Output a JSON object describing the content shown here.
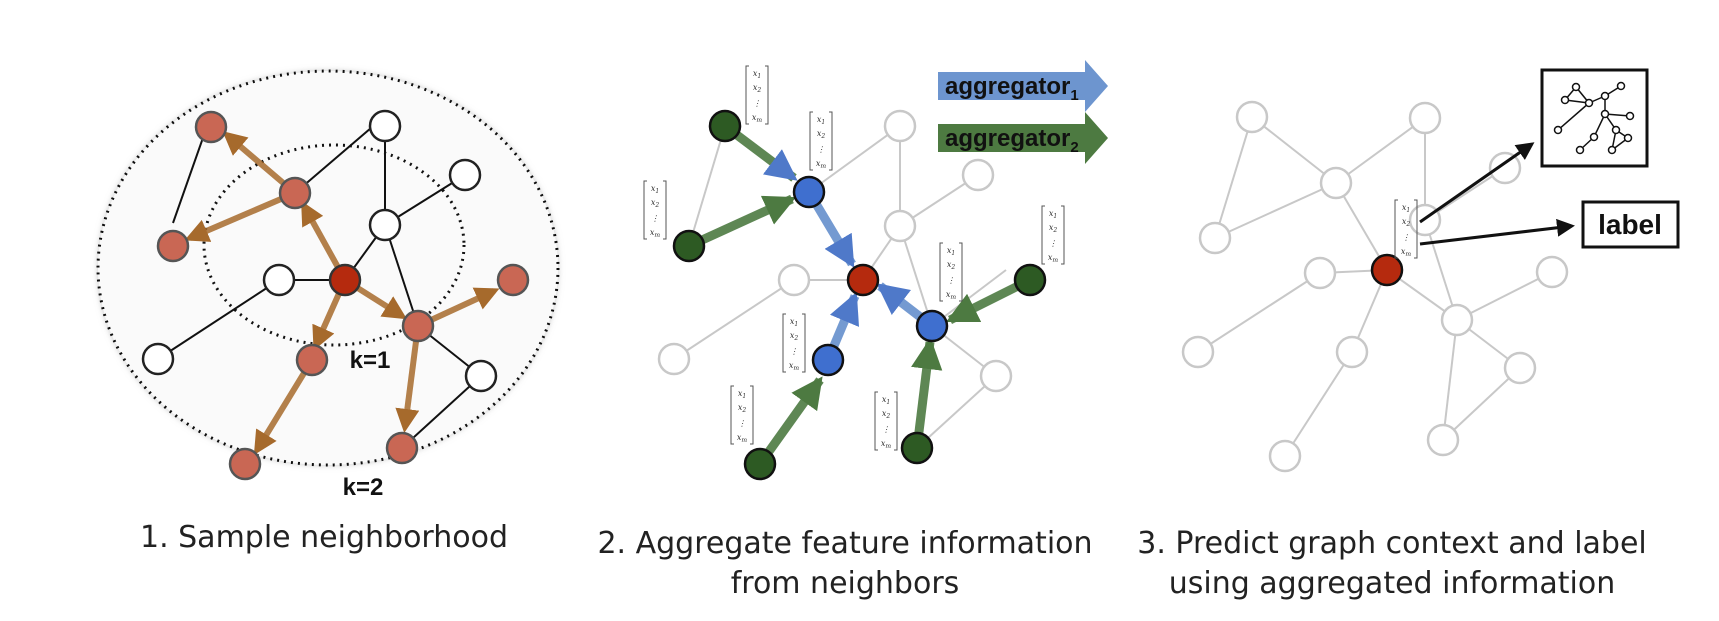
{
  "panels": [
    {
      "caption": [
        "1. Sample neighborhood"
      ]
    },
    {
      "caption": [
        "2. Aggregate feature information",
        "from neighbors"
      ]
    },
    {
      "caption": [
        "3. Predict graph context and label",
        "using aggregated information"
      ]
    }
  ],
  "panel1": {
    "k1_label": "k=1",
    "k2_label": "k=2"
  },
  "panel2": {
    "aggregator1": {
      "text": "aggregator",
      "sub": "1",
      "color": "#6d95cf"
    },
    "aggregator2": {
      "text": "aggregator",
      "sub": "2",
      "color": "#4d7a41"
    },
    "vector": {
      "x1": "x",
      "s1": "1",
      "x2": "x",
      "s2": "2",
      "dots": "⋮",
      "xm": "x",
      "sm": "m"
    }
  },
  "panel3": {
    "label_box": "label"
  },
  "colors": {
    "target_node": "#b52a0e",
    "sampled_node": "#c96754",
    "sample_arrow": "#a66a2c",
    "hop1_node": "#3f6fcf",
    "hop2_node": "#2d5a23",
    "faded_edge": "#c8c8c8"
  }
}
